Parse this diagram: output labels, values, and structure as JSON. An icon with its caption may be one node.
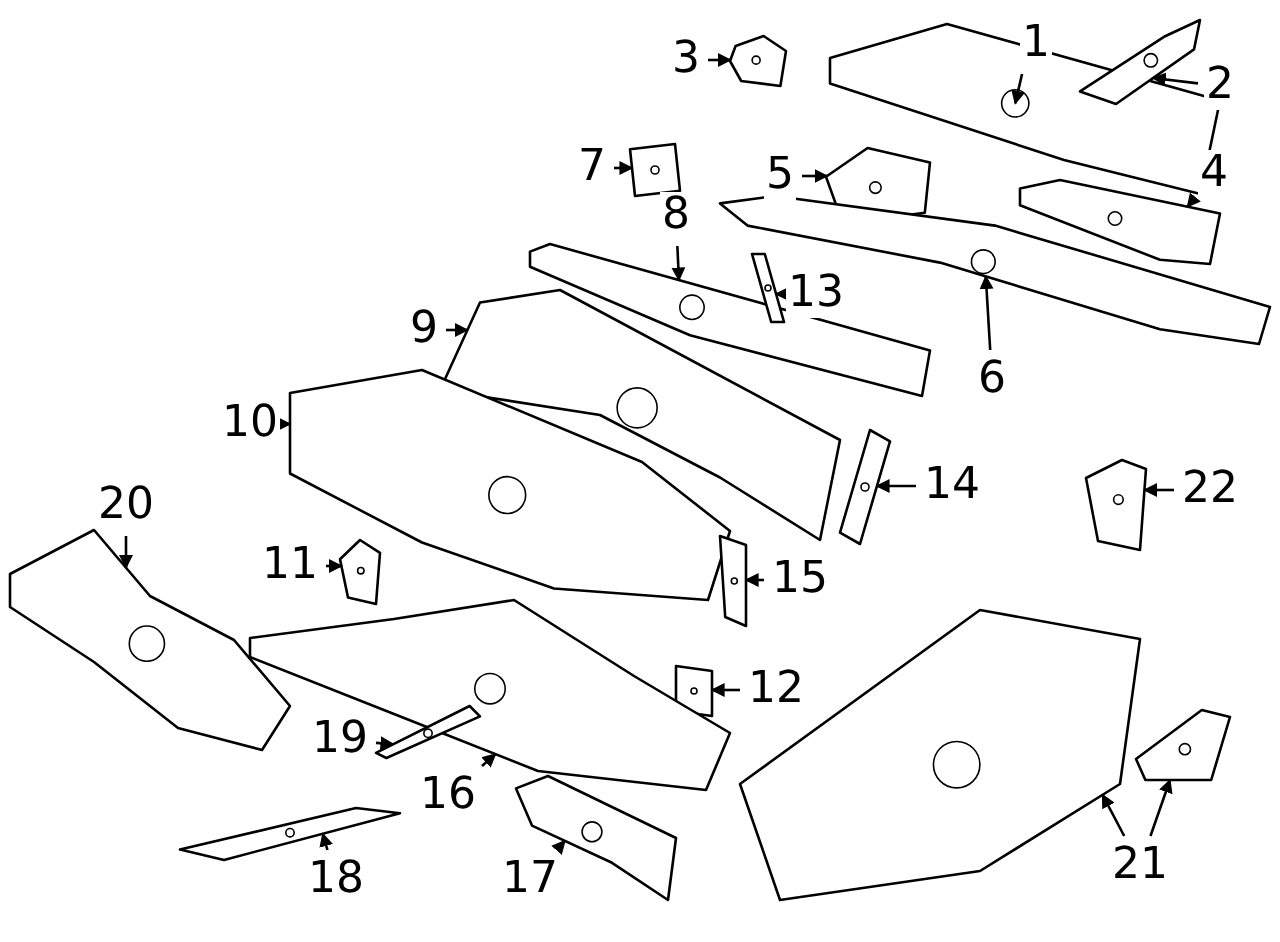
{
  "diagram": {
    "nodes": [
      {
        "text": [
          "1"
        ]
      },
      {
        "text": [
          "2"
        ]
      },
      {
        "text": [
          "3"
        ]
      },
      {
        "text": [
          "4"
        ]
      },
      {
        "text": [
          "5"
        ]
      },
      {
        "text": [
          "6"
        ]
      },
      {
        "text": [
          "7"
        ]
      },
      {
        "text": [
          "8"
        ]
      },
      {
        "text": [
          "9"
        ]
      },
      {
        "text": [
          "10"
        ]
      },
      {
        "text": [
          "11"
        ]
      },
      {
        "text": [
          "12"
        ]
      },
      {
        "text": [
          "13"
        ]
      },
      {
        "text": [
          "14"
        ]
      },
      {
        "text": [
          "15"
        ]
      },
      {
        "text": [
          "16"
        ]
      },
      {
        "text": [
          "17"
        ]
      },
      {
        "text": [
          "18"
        ]
      },
      {
        "text": [
          "19"
        ]
      },
      {
        "text": [
          "20"
        ]
      },
      {
        "text": [
          "21"
        ]
      },
      {
        "text": [
          "22"
        ]
      },
      {
        "text": [],
        "shape": "picture"
      },
      {
        "text": [],
        "shape": "picture"
      },
      {
        "text": [],
        "shape": "picture"
      },
      {
        "text": [],
        "shape": "picture"
      },
      {
        "text": [],
        "shape": "picture"
      },
      {
        "text": [],
        "shape": "picture"
      },
      {
        "text": [],
        "shape": "picture"
      },
      {
        "text": [],
        "shape": "picture"
      },
      {
        "text": [],
        "shape": "picture"
      },
      {
        "text": [],
        "shape": "picture"
      },
      {
        "text": [],
        "shape": "picture"
      },
      {
        "text": [],
        "shape": "picture"
      },
      {
        "text": [],
        "shape": "picture"
      },
      {
        "text": [],
        "shape": "picture"
      },
      {
        "text": [],
        "shape": "picture"
      },
      {
        "text": [],
        "shape": "picture"
      },
      {
        "text": [],
        "shape": "picture"
      },
      {
        "text": [],
        "shape": "picture"
      },
      {
        "text": [],
        "shape": "picture"
      },
      {
        "text": [],
        "shape": "picture"
      },
      {
        "text": [],
        "shape": "picture"
      },
      {
        "text": [],
        "shape": "picture"
      },
      {
        "text": [],
        "shape": "picture"
      }
    ],
    "edges": [
      {
        "from": 0,
        "to": 22,
        "arrow": "to"
      },
      {
        "from": 1,
        "to": 23,
        "arrow": "to"
      },
      {
        "from": 2,
        "to": 24,
        "arrow": "to"
      },
      {
        "from": 3,
        "to": 25,
        "arrow": "to"
      },
      {
        "from": 4,
        "to": 26,
        "arrow": "to"
      },
      {
        "from": 5,
        "to": 27,
        "arrow": "to"
      },
      {
        "from": 6,
        "to": 28,
        "arrow": "to"
      },
      {
        "from": 7,
        "to": 29,
        "arrow": "to"
      },
      {
        "from": 8,
        "to": 30,
        "arrow": "to"
      },
      {
        "from": 9,
        "to": 31,
        "arrow": "to"
      },
      {
        "from": 10,
        "to": 32,
        "arrow": "to"
      },
      {
        "from": 11,
        "to": 33,
        "arrow": "to"
      },
      {
        "from": 12,
        "to": 34,
        "arrow": "to"
      },
      {
        "from": 13,
        "to": 35,
        "arrow": "to"
      },
      {
        "from": 14,
        "to": 36,
        "arrow": "to"
      },
      {
        "from": 15,
        "to": 37,
        "arrow": "to"
      },
      {
        "from": 16,
        "to": 38,
        "arrow": "to"
      },
      {
        "from": 17,
        "to": 39,
        "arrow": "to"
      },
      {
        "from": 18,
        "to": 40,
        "arrow": "to"
      },
      {
        "from": 19,
        "to": 41,
        "arrow": "to"
      },
      {
        "from": 20,
        "to": 42,
        "arrow": "to"
      },
      {
        "from": 20,
        "to": 43,
        "arrow": "to"
      },
      {
        "from": 21,
        "to": 44,
        "arrow": "to"
      }
    ]
  }
}
